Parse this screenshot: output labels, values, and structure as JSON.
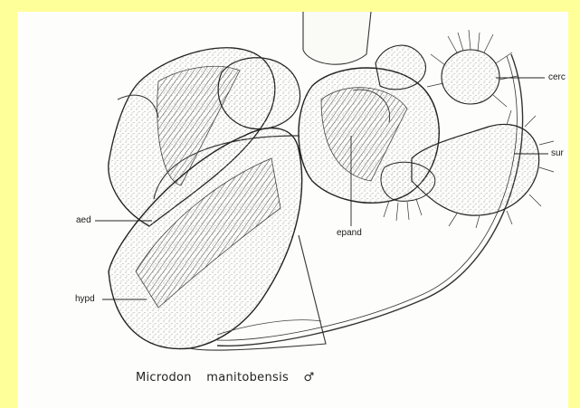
{
  "labels": {
    "cerc": "cerc",
    "sur": "sur",
    "aed": "aed",
    "epand": "epand",
    "hypd": "hypd"
  },
  "caption": {
    "genus": "Microdon",
    "species": "manitobensis",
    "sex_symbol": "♂"
  },
  "colors": {
    "frame": "#ffff99",
    "paper": "#fdfdfb",
    "ink": "#1a1a1a"
  }
}
